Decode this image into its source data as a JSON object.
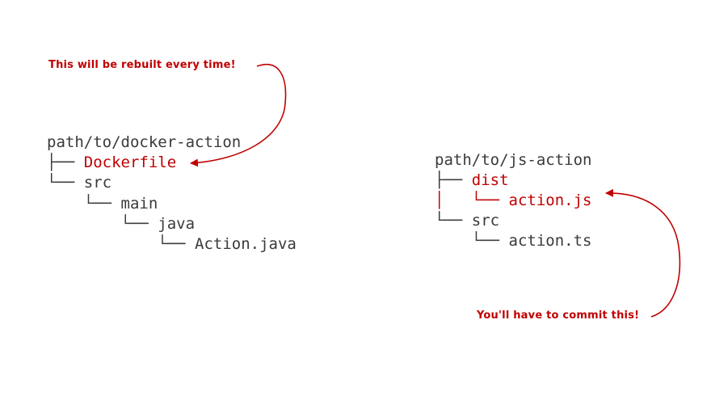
{
  "docker_tree": {
    "root": "path/to/docker-action",
    "lines": [
      {
        "branch": "├── ",
        "name": "Dockerfile"
      },
      {
        "branch": "└── ",
        "name": "src"
      },
      {
        "branch": "    └── ",
        "name": "main"
      },
      {
        "branch": "        └── ",
        "name": "java"
      },
      {
        "branch": "            └── ",
        "name": "Action.java"
      }
    ]
  },
  "js_tree": {
    "root": "path/to/js-action",
    "lines": [
      {
        "branch": "├── ",
        "name": "dist"
      },
      {
        "branch": "│   └── ",
        "name": "action.js"
      },
      {
        "branch": "└── ",
        "name": "src"
      },
      {
        "branch": "    └── ",
        "name": "action.ts"
      }
    ]
  },
  "annotations": {
    "rebuilt": "This will be rebuilt every time!",
    "commit": "You'll have to commit this!"
  },
  "colors": {
    "highlight": "#c00000",
    "text": "#3a3a3a"
  }
}
